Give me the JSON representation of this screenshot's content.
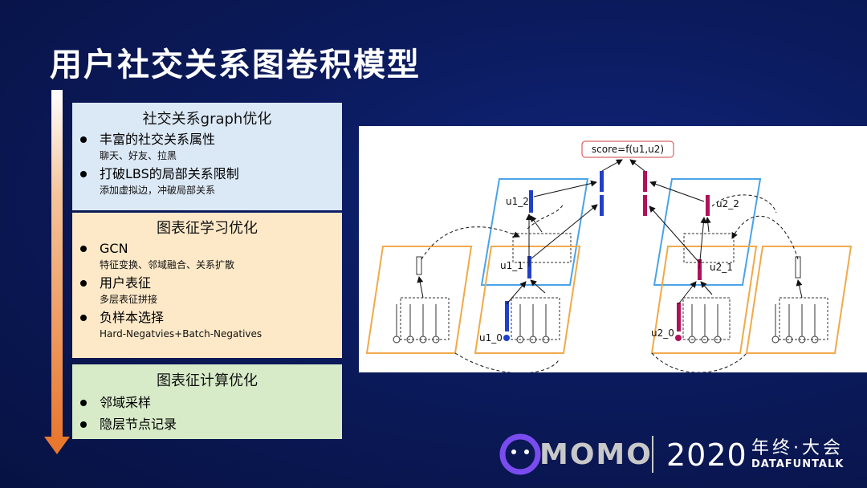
{
  "title": "用户社交关系图卷积模型",
  "sections": [
    {
      "heading": "社交关系graph优化",
      "items": [
        {
          "label": "丰富的社交关系属性",
          "sub": "聊天、好友、拉黑"
        },
        {
          "label": "打破LBS的局部关系限制",
          "sub": "添加虚拟边，冲破局部关系"
        }
      ]
    },
    {
      "heading": "图表征学习优化",
      "items": [
        {
          "label": "GCN",
          "sub": "特征变换、邻域融合、关系扩散"
        },
        {
          "label": "用户表征",
          "sub": "多层表征拼接"
        },
        {
          "label": "负样本选择",
          "sub": "Hard-Negatvies+Batch-Negatives"
        }
      ]
    },
    {
      "heading": "图表征计算优化",
      "items": [
        {
          "label": "邻域采样",
          "sub": ""
        },
        {
          "label": "隐层节点记录",
          "sub": ""
        }
      ]
    }
  ],
  "diagram": {
    "score_label": "score=f(u1,u2)",
    "labels": [
      "u1_2",
      "u1_1",
      "u1_0",
      "u2_2",
      "u2_1",
      "u2_0"
    ]
  },
  "footer": {
    "brand": "MOMO",
    "year": "2020",
    "event_cn": "年终·大会",
    "event_en": "DATAFUNTALK"
  },
  "colors": {
    "blue_node": "#2140c8",
    "red_node": "#b0125a",
    "orange_frame": "#f0a94a",
    "blue_frame": "#4aa3e8"
  }
}
